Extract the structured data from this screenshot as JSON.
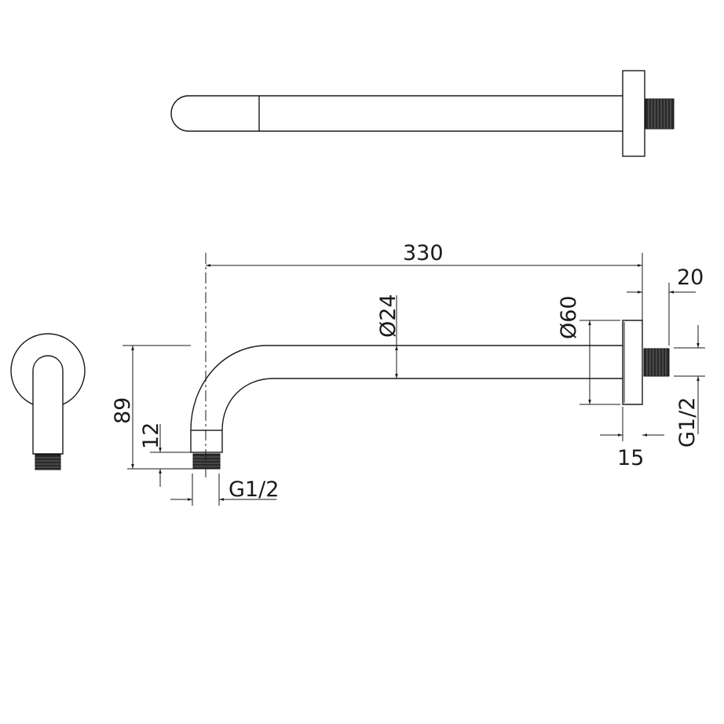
{
  "drawing": {
    "title": "Wall mounted shower arm - dimensional drawing",
    "views": [
      "top-view",
      "side-view",
      "end-view"
    ],
    "line_color": "#1a1a1a",
    "thread_color": "#2a2a2a"
  },
  "dimensions": {
    "arm_length": "330",
    "pipe_diameter": "Ø24",
    "flange_diameter": "Ø60",
    "height": "89",
    "nozzle_collar": "12",
    "bottom_thread": "G1/2",
    "wall_thread": "G1/2",
    "wall_thread_length": "20",
    "flange_depth": "15"
  }
}
